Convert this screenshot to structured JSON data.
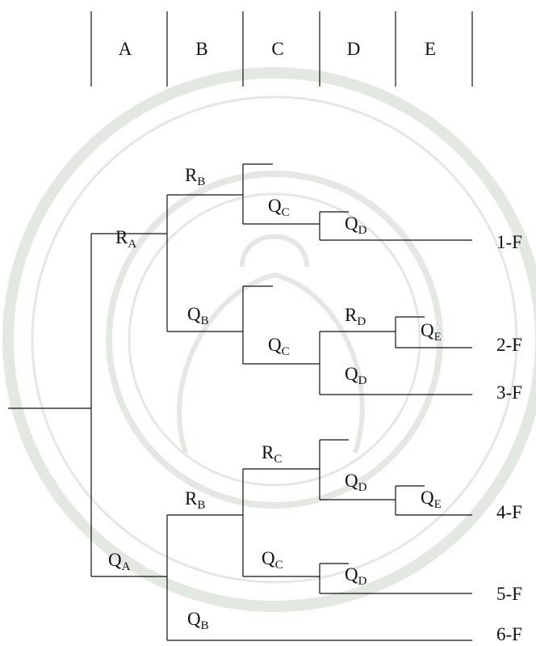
{
  "columns": [
    "A",
    "B",
    "C",
    "D",
    "E"
  ],
  "branch_labels": {
    "ra": {
      "main": "R",
      "sub": "A"
    },
    "qa": {
      "main": "Q",
      "sub": "A"
    },
    "rb_top": {
      "main": "R",
      "sub": "B"
    },
    "qb_top": {
      "main": "Q",
      "sub": "B"
    },
    "rb_bot": {
      "main": "R",
      "sub": "B"
    },
    "qb_bot": {
      "main": "Q",
      "sub": "B"
    },
    "qc1": {
      "main": "Q",
      "sub": "C"
    },
    "qc2": {
      "main": "Q",
      "sub": "C"
    },
    "rc": {
      "main": "R",
      "sub": "C"
    },
    "qc3": {
      "main": "Q",
      "sub": "C"
    },
    "qd1": {
      "main": "Q",
      "sub": "D"
    },
    "rd": {
      "main": "R",
      "sub": "D"
    },
    "qd2": {
      "main": "Q",
      "sub": "D"
    },
    "qd3": {
      "main": "Q",
      "sub": "D"
    },
    "qd4": {
      "main": "Q",
      "sub": "D"
    },
    "qe1": {
      "main": "Q",
      "sub": "E"
    },
    "qe2": {
      "main": "Q",
      "sub": "E"
    }
  },
  "outcomes": [
    "1-F",
    "2-F",
    "3-F",
    "4-F",
    "5-F",
    "6-F"
  ]
}
